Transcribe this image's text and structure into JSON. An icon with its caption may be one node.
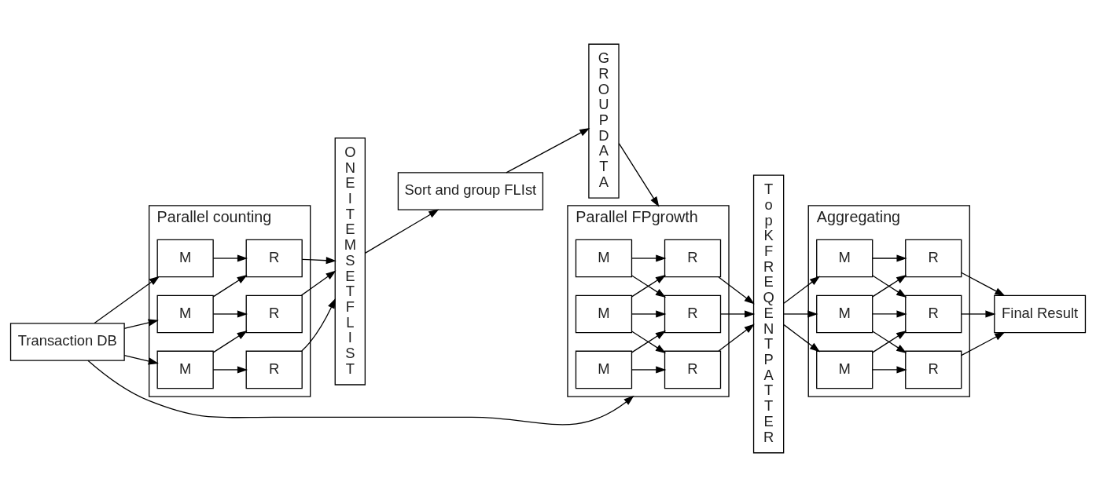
{
  "diagram": {
    "nodes": [
      {
        "text": [
          "Transaction DB"
        ]
      },
      {
        "text": [
          "Parallel counting"
        ]
      },
      {
        "text": [
          "M"
        ],
        "in": 1
      },
      {
        "text": [
          "M"
        ],
        "in": 1
      },
      {
        "text": [
          "M"
        ],
        "in": 1
      },
      {
        "text": [
          "R"
        ],
        "in": 1
      },
      {
        "text": [
          "R"
        ],
        "in": 1
      },
      {
        "text": [
          "R"
        ],
        "in": 1
      },
      {
        "text": [
          "O N E I T E M S E T F L I S T"
        ]
      },
      {
        "text": [
          "Sort and group FLIst"
        ]
      },
      {
        "text": [
          "G R O U P D A T A"
        ]
      },
      {
        "text": [
          "Parallel FPgrowth"
        ]
      },
      {
        "text": [
          "M"
        ],
        "in": 11
      },
      {
        "text": [
          "M"
        ],
        "in": 11
      },
      {
        "text": [
          "M"
        ],
        "in": 11
      },
      {
        "text": [
          "R"
        ],
        "in": 11
      },
      {
        "text": [
          "R"
        ],
        "in": 11
      },
      {
        "text": [
          "R"
        ],
        "in": 11
      },
      {
        "text": [
          "T o p K F R E Q E N T P A T T E R"
        ]
      },
      {
        "text": [
          "Aggregating"
        ]
      },
      {
        "text": [
          "M"
        ],
        "in": 19
      },
      {
        "text": [
          "M"
        ],
        "in": 19
      },
      {
        "text": [
          "M"
        ],
        "in": 19
      },
      {
        "text": [
          "R"
        ],
        "in": 19
      },
      {
        "text": [
          "R"
        ],
        "in": 19
      },
      {
        "text": [
          "R"
        ],
        "in": 19
      },
      {
        "text": [
          "Final Result"
        ]
      }
    ],
    "edges": [
      {
        "from": 0,
        "to": 2,
        "arrow": "to"
      },
      {
        "from": 0,
        "to": 3,
        "arrow": "to"
      },
      {
        "from": 0,
        "to": 4,
        "arrow": "to"
      },
      {
        "from": 2,
        "to": 6,
        "arrow": "to"
      },
      {
        "from": 3,
        "to": 5,
        "arrow": "to"
      },
      {
        "from": 3,
        "to": 7,
        "arrow": "to"
      },
      {
        "from": 4,
        "to": 6,
        "arrow": "to"
      },
      {
        "from": 4,
        "to": 7,
        "arrow": "to"
      },
      {
        "from": 5,
        "to": 8,
        "arrow": "to"
      },
      {
        "from": 6,
        "to": 8,
        "arrow": "to"
      },
      {
        "from": 7,
        "to": 8,
        "arrow": "to"
      },
      {
        "from": 8,
        "to": 9,
        "arrow": "to"
      },
      {
        "from": 9,
        "to": 10,
        "arrow": "to"
      },
      {
        "from": 10,
        "to": 11,
        "arrow": "to"
      },
      {
        "from": 0,
        "to": 11,
        "arrow": "to"
      },
      {
        "from": 12,
        "to": 15,
        "arrow": "to"
      },
      {
        "from": 12,
        "to": 16,
        "arrow": "to"
      },
      {
        "from": 13,
        "to": 15,
        "arrow": "to"
      },
      {
        "from": 13,
        "to": 16,
        "arrow": "to"
      },
      {
        "from": 13,
        "to": 17,
        "arrow": "to"
      },
      {
        "from": 14,
        "to": 16,
        "arrow": "to"
      },
      {
        "from": 14,
        "to": 17,
        "arrow": "to"
      },
      {
        "from": 15,
        "to": 18,
        "arrow": "to"
      },
      {
        "from": 16,
        "to": 18,
        "arrow": "to"
      },
      {
        "from": 17,
        "to": 18,
        "arrow": "to"
      },
      {
        "from": 18,
        "to": 20,
        "arrow": "to"
      },
      {
        "from": 18,
        "to": 21,
        "arrow": "to"
      },
      {
        "from": 18,
        "to": 22,
        "arrow": "to"
      },
      {
        "from": 20,
        "to": 23,
        "arrow": "to"
      },
      {
        "from": 20,
        "to": 24,
        "arrow": "to"
      },
      {
        "from": 21,
        "to": 23,
        "arrow": "to"
      },
      {
        "from": 21,
        "to": 24,
        "arrow": "to"
      },
      {
        "from": 21,
        "to": 25,
        "arrow": "to"
      },
      {
        "from": 22,
        "to": 24,
        "arrow": "to"
      },
      {
        "from": 22,
        "to": 25,
        "arrow": "to"
      },
      {
        "from": 23,
        "to": 26,
        "arrow": "to"
      },
      {
        "from": 24,
        "to": 26,
        "arrow": "to"
      },
      {
        "from": 25,
        "to": 26,
        "arrow": "to"
      }
    ]
  }
}
